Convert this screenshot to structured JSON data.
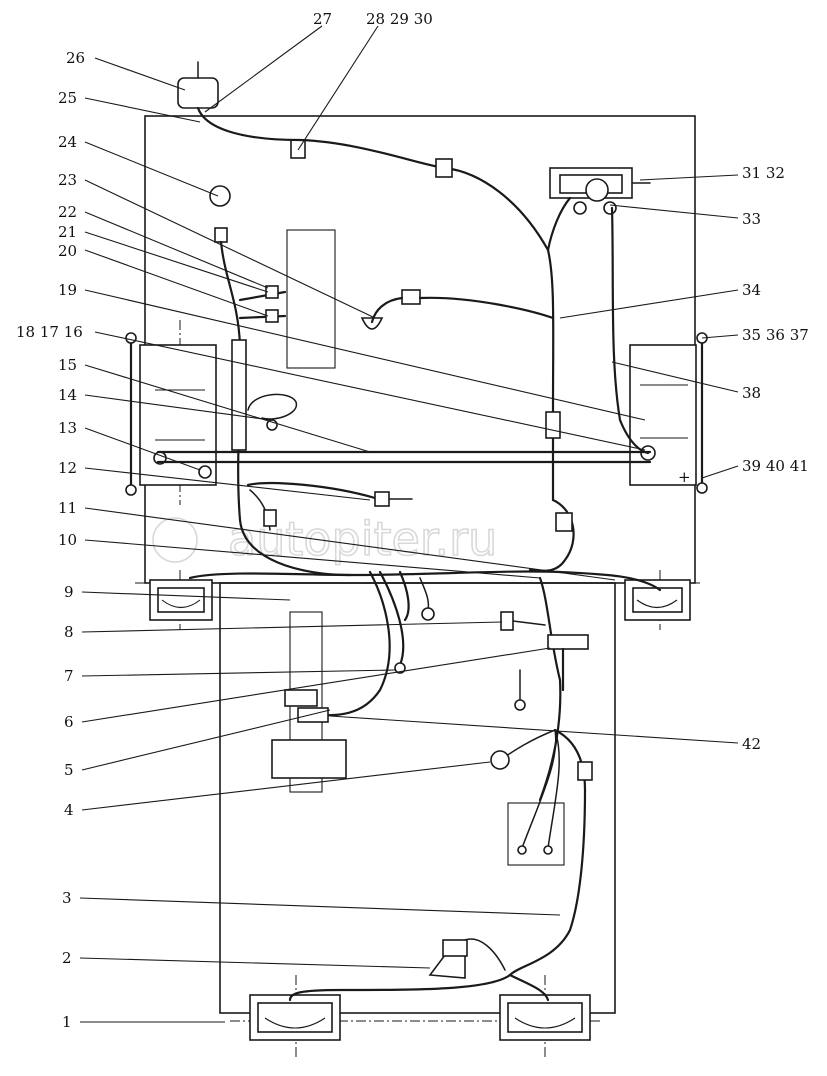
{
  "watermark": "autopiter.ru",
  "callouts": [
    {
      "id": "1",
      "text": "1"
    },
    {
      "id": "2",
      "text": "2"
    },
    {
      "id": "3",
      "text": "3"
    },
    {
      "id": "4",
      "text": "4"
    },
    {
      "id": "5",
      "text": "5"
    },
    {
      "id": "6",
      "text": "6"
    },
    {
      "id": "7",
      "text": "7"
    },
    {
      "id": "8",
      "text": "8"
    },
    {
      "id": "9",
      "text": "9"
    },
    {
      "id": "10",
      "text": "10"
    },
    {
      "id": "11",
      "text": "11"
    },
    {
      "id": "12",
      "text": "12"
    },
    {
      "id": "13",
      "text": "13"
    },
    {
      "id": "14",
      "text": "14"
    },
    {
      "id": "15",
      "text": "15"
    },
    {
      "id": "16",
      "text": "18 17 16"
    },
    {
      "id": "19",
      "text": "19"
    },
    {
      "id": "20",
      "text": "20"
    },
    {
      "id": "21",
      "text": "21"
    },
    {
      "id": "22",
      "text": "22"
    },
    {
      "id": "23",
      "text": "23"
    },
    {
      "id": "24",
      "text": "24"
    },
    {
      "id": "25",
      "text": "25"
    },
    {
      "id": "26",
      "text": "26"
    },
    {
      "id": "27",
      "text": "27"
    },
    {
      "id": "28",
      "text": "28 29 30"
    },
    {
      "id": "31",
      "text": "31 32"
    },
    {
      "id": "33",
      "text": "33"
    },
    {
      "id": "34",
      "text": "34"
    },
    {
      "id": "35",
      "text": "35 36 37"
    },
    {
      "id": "38",
      "text": "38"
    },
    {
      "id": "39",
      "text": "39 40 41"
    },
    {
      "id": "42",
      "text": "42"
    }
  ]
}
